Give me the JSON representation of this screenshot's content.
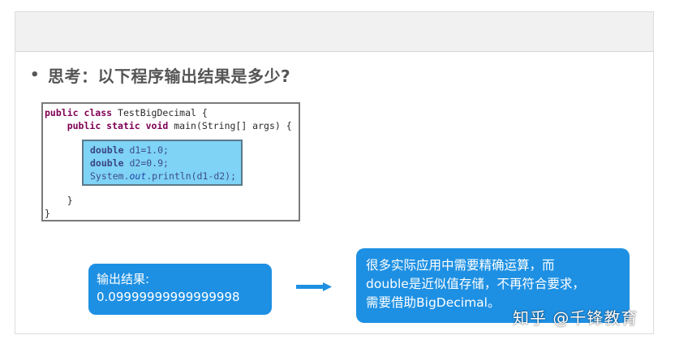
{
  "slide": {
    "heading": {
      "bullet": "•",
      "text": "思考：以下程序输出结果是多少?"
    },
    "code": {
      "line1": {
        "kw": "public class",
        "rest": " TestBigDecimal {"
      },
      "line2": {
        "indent": "    ",
        "kw": "public static void",
        "rest": " main(String[] args) {"
      },
      "highlight": {
        "line1": {
          "kw": "double",
          "rest": " d1=1.0;"
        },
        "line2": {
          "kw": "double",
          "rest": " d2=0.9;"
        },
        "line3": {
          "pre": "System.",
          "italic": "out",
          "post": ".println(d1-d2);"
        }
      },
      "close_inner": "    }",
      "close_outer": "}"
    },
    "result": {
      "label": "输出结果:",
      "value": "0.09999999999999998"
    },
    "note": {
      "line1": "很多实际应用中需要精确运算，而",
      "line2": "double是近似值存储，不再符合要求，",
      "line3": "需要借助BigDecimal。"
    },
    "colors": {
      "accent_blue": "#1e90e3",
      "code_highlight": "#7fd3f5",
      "keyword": "#7f0055",
      "heading_text": "#555555"
    }
  },
  "watermark": "知乎 @千锋教育"
}
